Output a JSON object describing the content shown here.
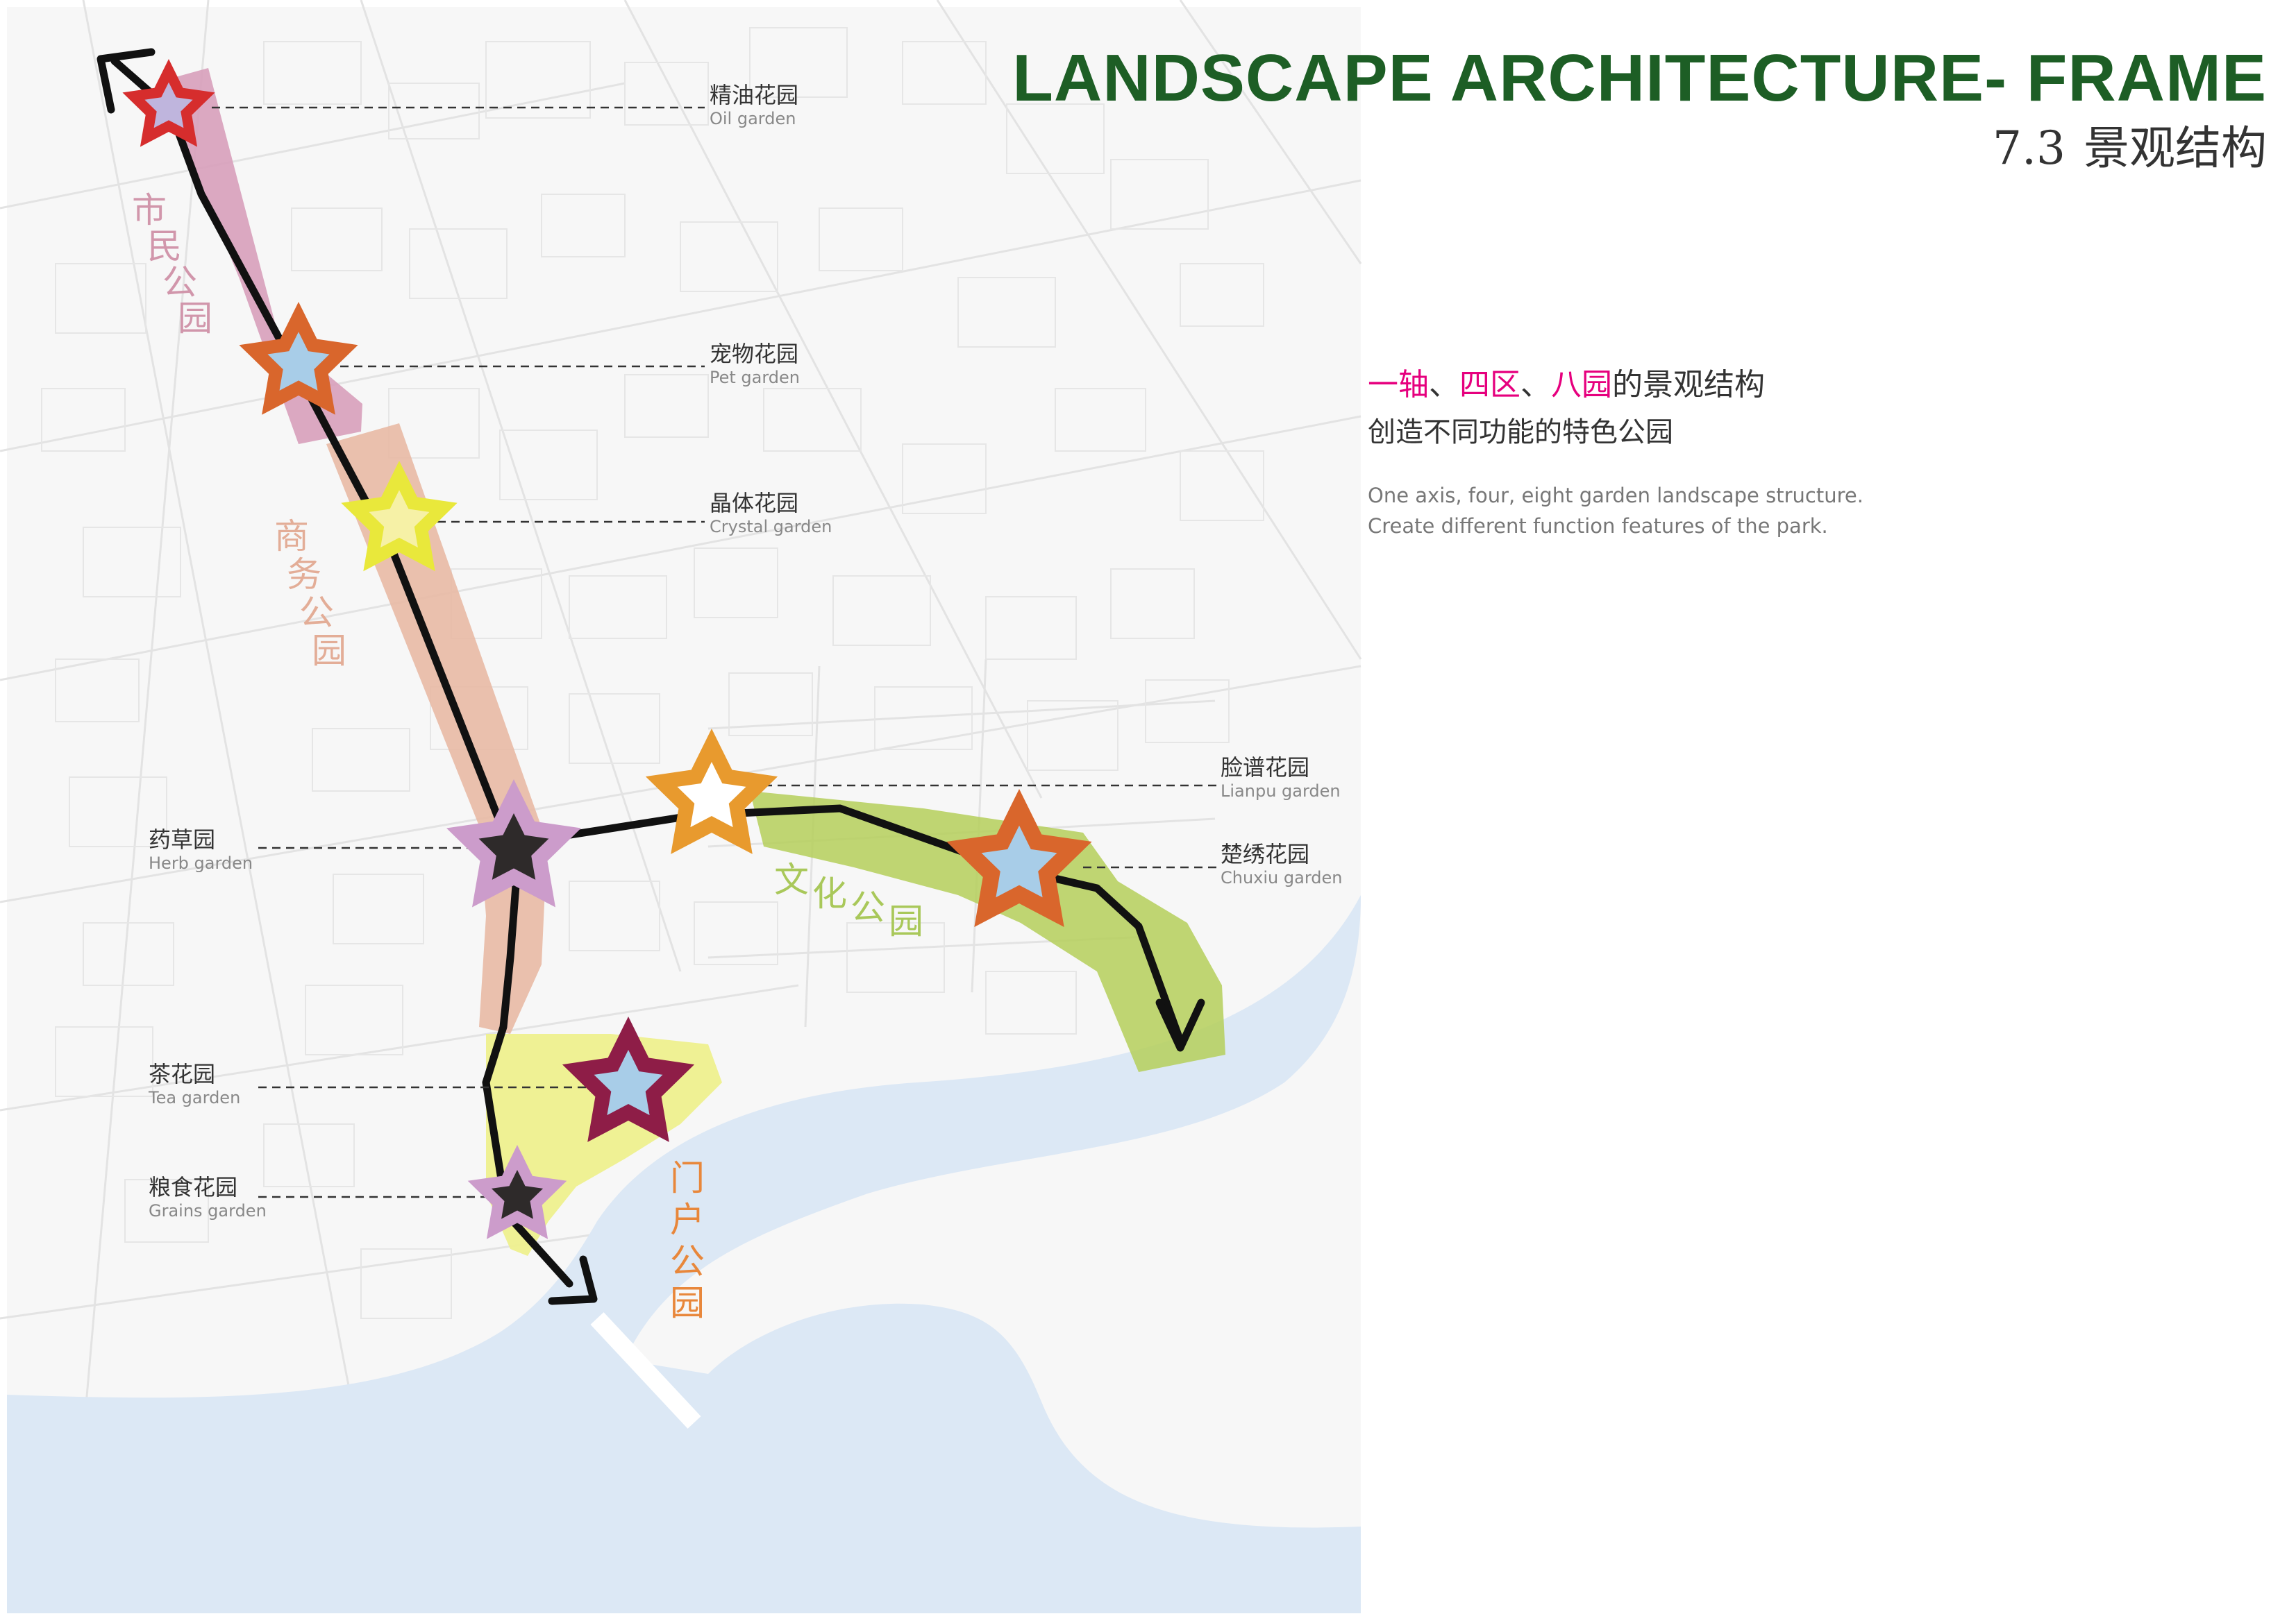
{
  "header": {
    "title": "LANDSCAPE ARCHITECTURE-  FRAME",
    "section_number": "7.3",
    "section_title": "景观结构"
  },
  "description": {
    "highlight_1": "一轴",
    "sep_1": "、",
    "highlight_2": "四区",
    "sep_2": "、",
    "highlight_3": "八园",
    "suffix": "的景观结构",
    "line2": "创造不同功能的特色公园",
    "en_line1": "One axis, four, eight garden landscape structure.",
    "en_line2": "Create different function features of the park."
  },
  "gardens": [
    {
      "zh": "精油花园",
      "en": "Oil garden",
      "star_color": "#d62d2d",
      "center_color": "#bfb5dd"
    },
    {
      "zh": "宠物花园",
      "en": "Pet garden",
      "star_color": "#d9662c",
      "center_color": "#a8cde8"
    },
    {
      "zh": "晶体花园",
      "en": "Crystal garden",
      "star_color": "#e9e83b",
      "center_color": "#f6f1a6"
    },
    {
      "zh": "脸谱花园",
      "en": "Lianpu garden",
      "star_color": "#cc9ccb",
      "center_color": "#2e2a2a"
    },
    {
      "zh": "楚绣花园",
      "en": "Chuxiu garden",
      "star_color": "#e89a2e",
      "center_color": "#ffffff"
    },
    {
      "zh": "药草园",
      "en": "Herb garden",
      "star_color": "#d9662c",
      "center_color": "#a8cde8"
    },
    {
      "zh": "茶花园",
      "en": "Tea garden",
      "star_color": "#8e1d47",
      "center_color": "#a8cde8"
    },
    {
      "zh": "粮食花园",
      "en": "Grains garden",
      "star_color": "#cc9ccb",
      "center_color": "#2e2a2a"
    }
  ],
  "parks": [
    {
      "name": "市民公园",
      "color": "#d196ab"
    },
    {
      "name": "商务公园",
      "color": "#e3ad97"
    },
    {
      "name": "文化公园",
      "color": "#a9c85a"
    },
    {
      "name": "门户公园",
      "color": "#e8873b"
    }
  ],
  "colors": {
    "title": "#1d5e25",
    "highlight": "#e6007e",
    "water": "#dce8f5",
    "axis": "#111111",
    "civic_zone": "#d79fba",
    "business_zone": "#e8b9a4",
    "culture_zone": "#b5cf5b",
    "gateway_zone": "#eef08e"
  }
}
